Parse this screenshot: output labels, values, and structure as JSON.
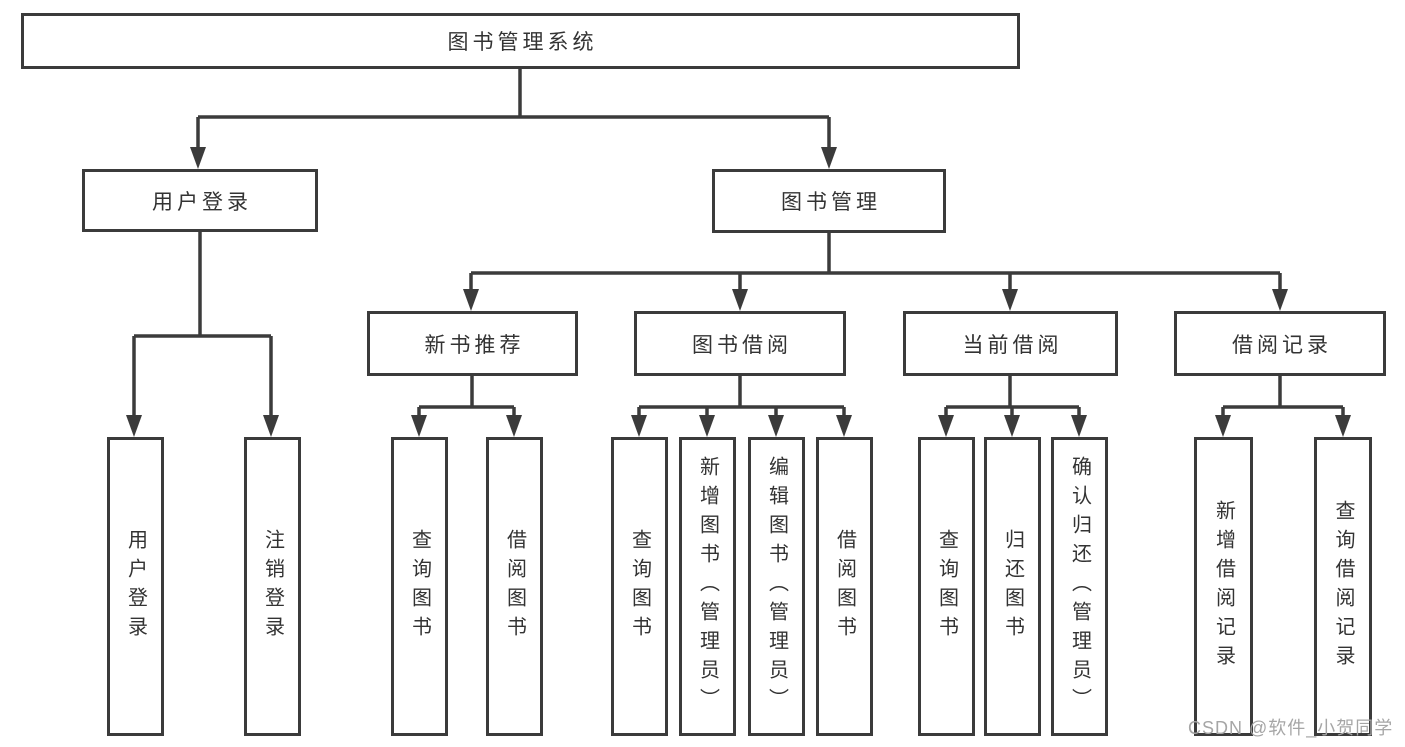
{
  "diagram": {
    "type": "hierarchy-tree",
    "root": {
      "label": "图书管理系统",
      "children": [
        {
          "label": "用户登录",
          "children": [
            {
              "label": "用户登录"
            },
            {
              "label": "注销登录"
            }
          ]
        },
        {
          "label": "图书管理",
          "children": [
            {
              "label": "新书推荐",
              "children": [
                {
                  "label": "查询图书"
                },
                {
                  "label": "借阅图书"
                }
              ]
            },
            {
              "label": "图书借阅",
              "children": [
                {
                  "label": "查询图书"
                },
                {
                  "label": "新增图书（管理员）"
                },
                {
                  "label": "编辑图书（管理员）"
                },
                {
                  "label": "借阅图书"
                }
              ]
            },
            {
              "label": "当前借阅",
              "children": [
                {
                  "label": "查询图书"
                },
                {
                  "label": "归还图书"
                },
                {
                  "label": "确认归还（管理员）"
                }
              ]
            },
            {
              "label": "借阅记录",
              "children": [
                {
                  "label": "新增借阅记录"
                },
                {
                  "label": "查询借阅记录"
                }
              ]
            }
          ]
        }
      ]
    }
  },
  "watermark": {
    "text": "CSDN @软件_小贺同学"
  },
  "colors": {
    "line": "#3b3b3b",
    "text": "#333333",
    "watermark": "#a6a6a6",
    "background": "#ffffff"
  }
}
